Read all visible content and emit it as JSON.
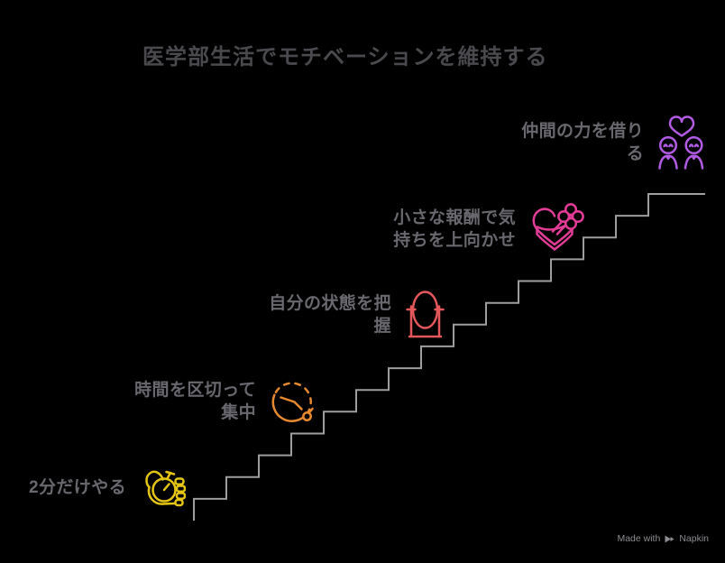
{
  "title": "医学部生活でモチベーションを維持する",
  "steps": [
    {
      "name": "2分だけやる",
      "label_lines": [
        "2分だけやる"
      ],
      "icon": "hand-holding-stopwatch",
      "color": "#e5c613"
    },
    {
      "name": "時間を区切って集中",
      "label_lines": [
        "時間を区切って",
        "集中"
      ],
      "icon": "dashed-clock",
      "color": "#e78a2e"
    },
    {
      "name": "自分の状態を把握",
      "label_lines": [
        "自分の状態を把",
        "握"
      ],
      "icon": "standing-mirror",
      "color": "#e4575b"
    },
    {
      "name": "小さな報酬で気持ちを上向かせ",
      "label_lines": [
        "小さな報酬で気",
        "持ちを上向かせ"
      ],
      "icon": "heart-gift-box",
      "color": "#e23c97"
    },
    {
      "name": "仲間の力を借りる",
      "label_lines": [
        "仲間の力を借り",
        "る"
      ],
      "icon": "two-people-with-heart",
      "color": "#b15be4"
    }
  ],
  "watermark": {
    "prefix": "Made with",
    "brand": "Napkin"
  },
  "palette": {
    "background": "#000000",
    "title_text": "#4a4a4e",
    "label_text": "#68686e",
    "staircase_line": "#9e9e9e",
    "watermark_text": "#8d8d92"
  }
}
